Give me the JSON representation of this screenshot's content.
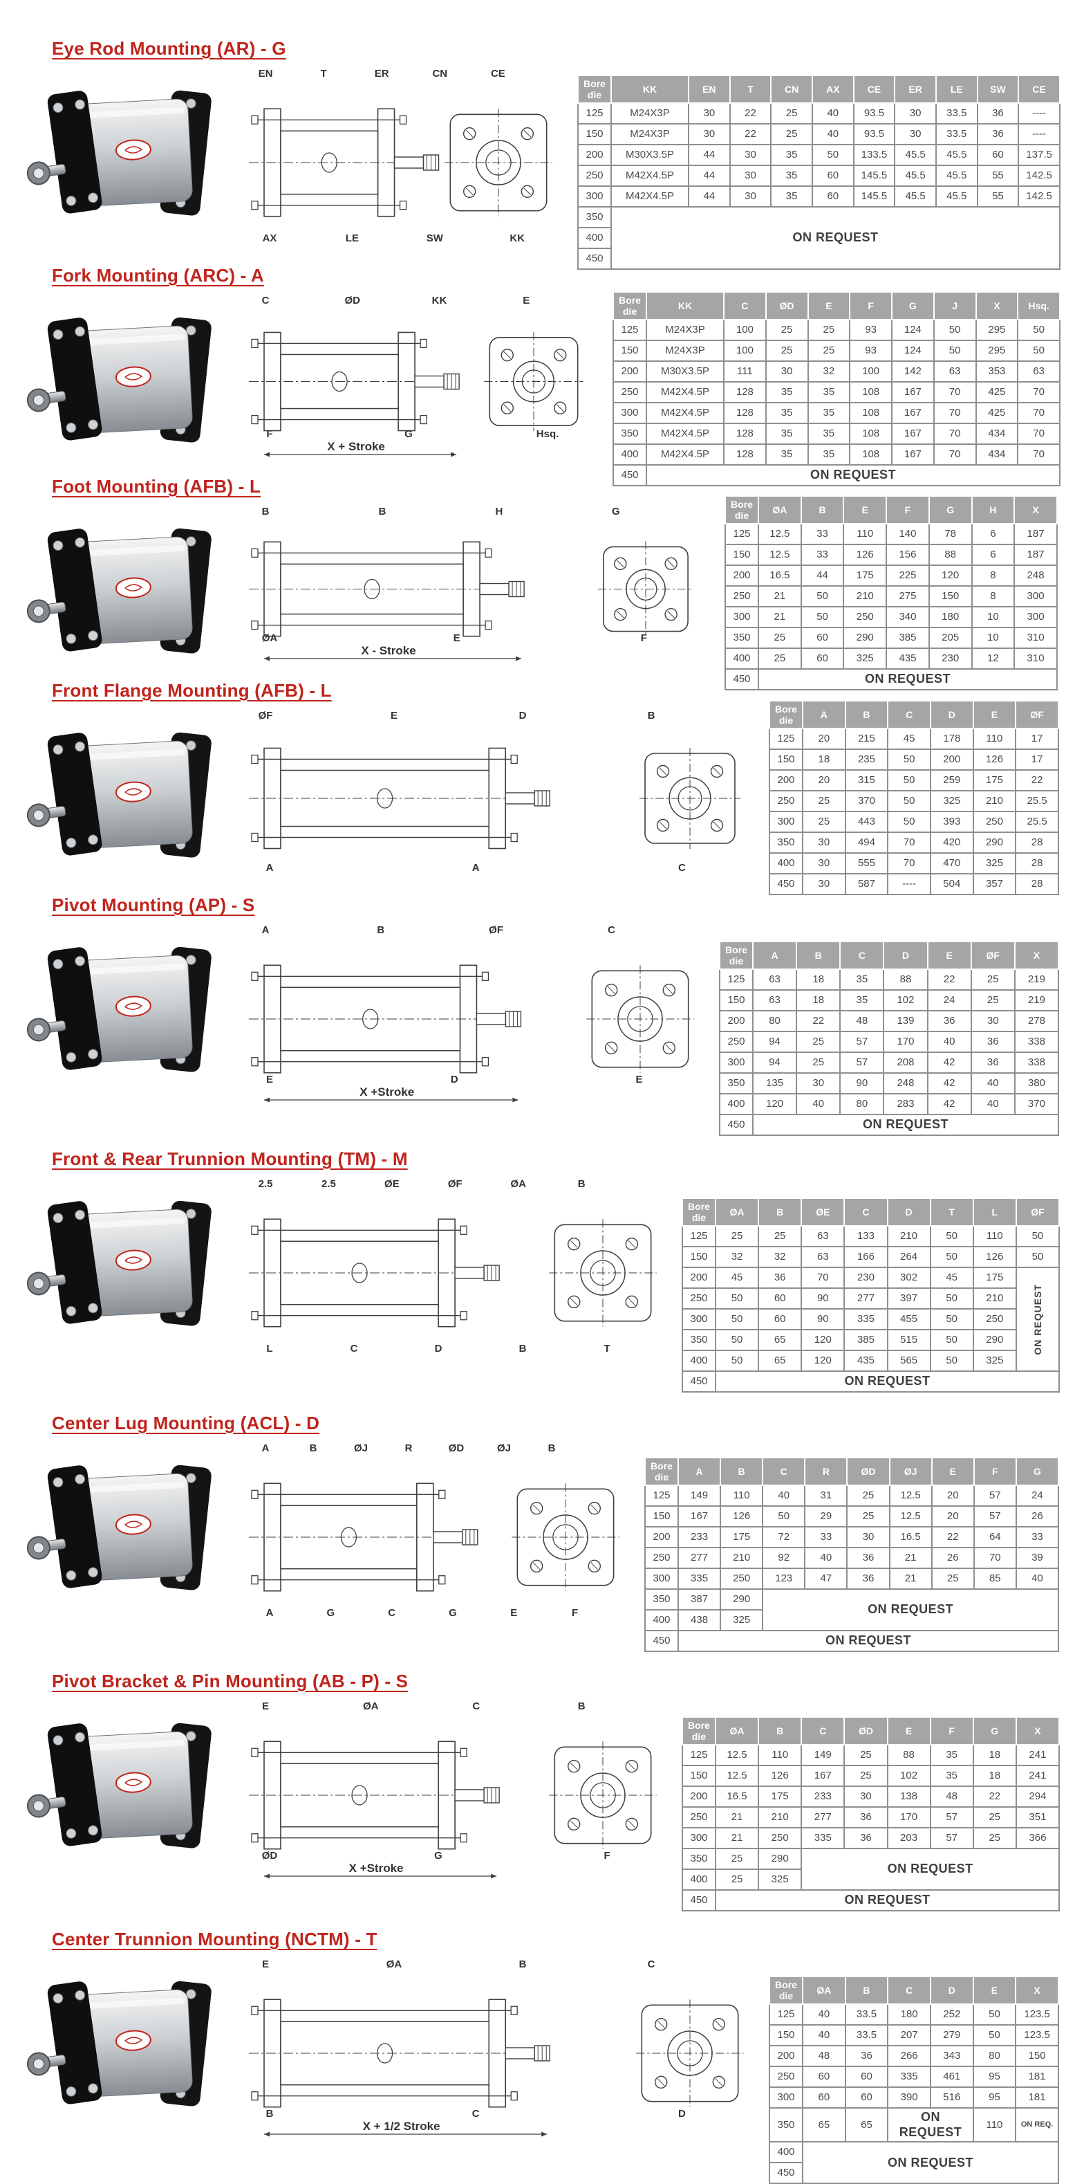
{
  "colors": {
    "heading_red": "#c0241c",
    "table_header_bg": "#a5a5a5",
    "table_header_text": "#ffffff",
    "table_border": "#8f8f8f",
    "cell_text": "#4a4a4a"
  },
  "on_request_label": "ON REQUEST",
  "sections": [
    {
      "id": "eye-rod-mounting",
      "title": "Eye Rod Mounting (AR) - G",
      "drawing_labels": [
        "EN",
        "T",
        "ER",
        "CN",
        "CE",
        "AX",
        "LE",
        "SW",
        "KK"
      ],
      "table": {
        "header": [
          "Bore die",
          "KK",
          "EN",
          "T",
          "CN",
          "AX",
          "CE",
          "ER",
          "LE",
          "SW",
          "CE"
        ],
        "rows": [
          [
            "125",
            "M24X3P",
            "30",
            "22",
            "25",
            "40",
            "93.5",
            "30",
            "33.5",
            "36",
            "----"
          ],
          [
            "150",
            "M24X3P",
            "30",
            "22",
            "25",
            "40",
            "93.5",
            "30",
            "33.5",
            "36",
            "----"
          ],
          [
            "200",
            "M30X3.5P",
            "44",
            "30",
            "35",
            "50",
            "133.5",
            "45.5",
            "45.5",
            "60",
            "137.5"
          ],
          [
            "250",
            "M42X4.5P",
            "44",
            "30",
            "35",
            "60",
            "145.5",
            "45.5",
            "45.5",
            "55",
            "142.5"
          ],
          [
            "300",
            "M42X4.5P",
            "44",
            "30",
            "35",
            "60",
            "145.5",
            "45.5",
            "45.5",
            "55",
            "142.5"
          ],
          [
            "350",
            {
              "text": "ON REQUEST",
              "colspan": 10,
              "rowspan": 3,
              "big": true
            }
          ],
          [
            "400"
          ],
          [
            "450"
          ]
        ]
      }
    },
    {
      "id": "fork-mounting",
      "title": "Fork Mounting (ARC) - A",
      "drawing_labels": [
        "C",
        "ØD",
        "KK",
        "E",
        "F",
        "G",
        "Hsq.",
        "X + Stroke"
      ],
      "table": {
        "header": [
          "Bore die",
          "KK",
          "C",
          "ØD",
          "E",
          "F",
          "G",
          "J",
          "X",
          "Hsq."
        ],
        "rows": [
          [
            "125",
            "M24X3P",
            "100",
            "25",
            "25",
            "93",
            "124",
            "50",
            "295",
            "50"
          ],
          [
            "150",
            "M24X3P",
            "100",
            "25",
            "25",
            "93",
            "124",
            "50",
            "295",
            "50"
          ],
          [
            "200",
            "M30X3.5P",
            "111",
            "30",
            "32",
            "100",
            "142",
            "63",
            "353",
            "63"
          ],
          [
            "250",
            "M42X4.5P",
            "128",
            "35",
            "35",
            "108",
            "167",
            "70",
            "425",
            "70"
          ],
          [
            "300",
            "M42X4.5P",
            "128",
            "35",
            "35",
            "108",
            "167",
            "70",
            "425",
            "70"
          ],
          [
            "350",
            "M42X4.5P",
            "128",
            "35",
            "35",
            "108",
            "167",
            "70",
            "434",
            "70"
          ],
          [
            "400",
            "M42X4.5P",
            "128",
            "35",
            "35",
            "108",
            "167",
            "70",
            "434",
            "70"
          ],
          [
            "450",
            {
              "text": "ON REQUEST",
              "colspan": 9,
              "big": true
            }
          ]
        ]
      }
    },
    {
      "id": "foot-mounting",
      "title": "Foot Mounting (AFB) - L",
      "drawing_labels": [
        "B",
        "B",
        "H",
        "G",
        "ØA",
        "E",
        "F",
        "X - Stroke"
      ],
      "table": {
        "header": [
          "Bore die",
          "ØA",
          "B",
          "E",
          "F",
          "G",
          "H",
          "X"
        ],
        "rows": [
          [
            "125",
            "12.5",
            "33",
            "110",
            "140",
            "78",
            "6",
            "187"
          ],
          [
            "150",
            "12.5",
            "33",
            "126",
            "156",
            "88",
            "6",
            "187"
          ],
          [
            "200",
            "16.5",
            "44",
            "175",
            "225",
            "120",
            "8",
            "248"
          ],
          [
            "250",
            "21",
            "50",
            "210",
            "275",
            "150",
            "8",
            "300"
          ],
          [
            "300",
            "21",
            "50",
            "250",
            "340",
            "180",
            "10",
            "300"
          ],
          [
            "350",
            "25",
            "60",
            "290",
            "385",
            "205",
            "10",
            "310"
          ],
          [
            "400",
            "25",
            "60",
            "325",
            "435",
            "230",
            "12",
            "310"
          ],
          [
            "450",
            {
              "text": "ON REQUEST",
              "colspan": 7,
              "big": true
            }
          ]
        ]
      }
    },
    {
      "id": "front-flange-mounting",
      "title": "Front Flange Mounting (AFB) - L",
      "drawing_labels": [
        "ØF",
        "E",
        "D",
        "B",
        "A",
        "A",
        "C"
      ],
      "table": {
        "header": [
          "Bore die",
          "A",
          "B",
          "C",
          "D",
          "E",
          "ØF"
        ],
        "rows": [
          [
            "125",
            "20",
            "215",
            "45",
            "178",
            "110",
            "17"
          ],
          [
            "150",
            "18",
            "235",
            "50",
            "200",
            "126",
            "17"
          ],
          [
            "200",
            "20",
            "315",
            "50",
            "259",
            "175",
            "22"
          ],
          [
            "250",
            "25",
            "370",
            "50",
            "325",
            "210",
            "25.5"
          ],
          [
            "300",
            "25",
            "443",
            "50",
            "393",
            "250",
            "25.5"
          ],
          [
            "350",
            "30",
            "494",
            "70",
            "420",
            "290",
            "28"
          ],
          [
            "400",
            "30",
            "555",
            "70",
            "470",
            "325",
            "28"
          ],
          [
            "450",
            "30",
            "587",
            "----",
            "504",
            "357",
            "28"
          ]
        ]
      }
    },
    {
      "id": "pivot-mounting",
      "title": "Pivot Mounting (AP) - S",
      "drawing_labels": [
        "A",
        "B",
        "ØF",
        "C",
        "E",
        "D",
        "E",
        "X +Stroke"
      ],
      "table": {
        "header": [
          "Bore die",
          "A",
          "B",
          "C",
          "D",
          "E",
          "ØF",
          "X"
        ],
        "rows": [
          [
            "125",
            "63",
            "18",
            "35",
            "88",
            "22",
            "25",
            "219"
          ],
          [
            "150",
            "63",
            "18",
            "35",
            "102",
            "24",
            "25",
            "219"
          ],
          [
            "200",
            "80",
            "22",
            "48",
            "139",
            "36",
            "30",
            "278"
          ],
          [
            "250",
            "94",
            "25",
            "57",
            "170",
            "40",
            "36",
            "338"
          ],
          [
            "300",
            "94",
            "25",
            "57",
            "208",
            "42",
            "36",
            "338"
          ],
          [
            "350",
            "135",
            "30",
            "90",
            "248",
            "42",
            "40",
            "380"
          ],
          [
            "400",
            "120",
            "40",
            "80",
            "283",
            "42",
            "40",
            "370"
          ],
          [
            "450",
            {
              "text": "ON REQUEST",
              "colspan": 7,
              "big": true
            }
          ]
        ]
      }
    },
    {
      "id": "front-rear-trunnion-mounting",
      "title": "Front & Rear Trunnion Mounting (TM) - M",
      "drawing_labels": [
        "2.5",
        "2.5",
        "ØE",
        "ØF",
        "ØA",
        "B",
        "L",
        "C",
        "D",
        "B",
        "T"
      ],
      "table": {
        "header": [
          "Bore die",
          "ØA",
          "B",
          "ØE",
          "C",
          "D",
          "T",
          "L",
          "ØF"
        ],
        "rows": [
          [
            "125",
            "25",
            "25",
            "63",
            "133",
            "210",
            "50",
            "110",
            "50"
          ],
          [
            "150",
            "32",
            "32",
            "63",
            "166",
            "264",
            "50",
            "126",
            "50"
          ],
          [
            "200",
            "45",
            "36",
            "70",
            "230",
            "302",
            "45",
            "175",
            {
              "text": "ON REQUEST",
              "rowspan": 5,
              "rotate": true
            }
          ],
          [
            "250",
            "50",
            "60",
            "90",
            "277",
            "397",
            "50",
            "210"
          ],
          [
            "300",
            "50",
            "60",
            "90",
            "335",
            "455",
            "50",
            "250"
          ],
          [
            "350",
            "50",
            "65",
            "120",
            "385",
            "515",
            "50",
            "290"
          ],
          [
            "400",
            "50",
            "65",
            "120",
            "435",
            "565",
            "50",
            "325"
          ],
          [
            "450",
            {
              "text": "ON REQUEST",
              "colspan": 8,
              "big": true
            }
          ]
        ]
      }
    },
    {
      "id": "center-lug-mounting",
      "title": "Center Lug Mounting (ACL) - D",
      "drawing_labels": [
        "A",
        "B",
        "ØJ",
        "R",
        "ØD",
        "ØJ",
        "B",
        "A",
        "G",
        "C",
        "G",
        "E",
        "F"
      ],
      "table": {
        "header": [
          "Bore die",
          "A",
          "B",
          "C",
          "R",
          "ØD",
          "ØJ",
          "E",
          "F",
          "G"
        ],
        "rows": [
          [
            "125",
            "149",
            "110",
            "40",
            "31",
            "25",
            "12.5",
            "20",
            "57",
            "24"
          ],
          [
            "150",
            "167",
            "126",
            "50",
            "29",
            "25",
            "12.5",
            "20",
            "57",
            "26"
          ],
          [
            "200",
            "233",
            "175",
            "72",
            "33",
            "30",
            "16.5",
            "22",
            "64",
            "33"
          ],
          [
            "250",
            "277",
            "210",
            "92",
            "40",
            "36",
            "21",
            "26",
            "70",
            "39"
          ],
          [
            "300",
            "335",
            "250",
            "123",
            "47",
            "36",
            "21",
            "25",
            "85",
            "40"
          ],
          [
            "350",
            "387",
            "290",
            {
              "text": "ON REQUEST",
              "colspan": 7,
              "rowspan": 2,
              "big": true
            }
          ],
          [
            "400",
            "438",
            "325"
          ],
          [
            "450",
            {
              "text": "ON REQUEST",
              "colspan": 9,
              "big": true
            }
          ]
        ]
      }
    },
    {
      "id": "pivot-bracket-pin-mounting",
      "title": "Pivot Bracket & Pin Mounting (AB - P) - S",
      "drawing_labels": [
        "E",
        "ØA",
        "C",
        "B",
        "ØD",
        "G",
        "F",
        "X +Stroke"
      ],
      "table": {
        "header": [
          "Bore die",
          "ØA",
          "B",
          "C",
          "ØD",
          "E",
          "F",
          "G",
          "X"
        ],
        "rows": [
          [
            "125",
            "12.5",
            "110",
            "149",
            "25",
            "88",
            "35",
            "18",
            "241"
          ],
          [
            "150",
            "12.5",
            "126",
            "167",
            "25",
            "102",
            "35",
            "18",
            "241"
          ],
          [
            "200",
            "16.5",
            "175",
            "233",
            "30",
            "138",
            "48",
            "22",
            "294"
          ],
          [
            "250",
            "21",
            "210",
            "277",
            "36",
            "170",
            "57",
            "25",
            "351"
          ],
          [
            "300",
            "21",
            "250",
            "335",
            "36",
            "203",
            "57",
            "25",
            "366"
          ],
          [
            "350",
            "25",
            "290",
            {
              "text": "ON REQUEST",
              "colspan": 6,
              "rowspan": 2,
              "big": true
            }
          ],
          [
            "400",
            "25",
            "325"
          ],
          [
            "450",
            {
              "text": "ON REQUEST",
              "colspan": 8,
              "big": true
            }
          ]
        ]
      }
    },
    {
      "id": "center-trunnion-mounting",
      "title": "Center Trunnion Mounting (NCTM) - T",
      "drawing_labels": [
        "E",
        "ØA",
        "B",
        "C",
        "B",
        "C",
        "D",
        "X + 1/2 Stroke"
      ],
      "table": {
        "header": [
          "Bore die",
          "ØA",
          "B",
          "C",
          "D",
          "E",
          "X"
        ],
        "rows": [
          [
            "125",
            "40",
            "33.5",
            "180",
            "252",
            "50",
            "123.5"
          ],
          [
            "150",
            "40",
            "33.5",
            "207",
            "279",
            "50",
            "123.5"
          ],
          [
            "200",
            "48",
            "36",
            "266",
            "343",
            "80",
            "150"
          ],
          [
            "250",
            "60",
            "60",
            "335",
            "461",
            "95",
            "181"
          ],
          [
            "300",
            "60",
            "60",
            "390",
            "516",
            "95",
            "181"
          ],
          [
            "350",
            "65",
            "65",
            {
              "text": "ON REQUEST",
              "colspan": 2,
              "big": true
            },
            "110",
            {
              "text": "ON REQ.",
              "small": true
            }
          ],
          [
            "400",
            {
              "text": "ON REQUEST",
              "colspan": 6,
              "rowspan": 2,
              "big": true
            }
          ],
          [
            "450"
          ]
        ]
      }
    }
  ]
}
